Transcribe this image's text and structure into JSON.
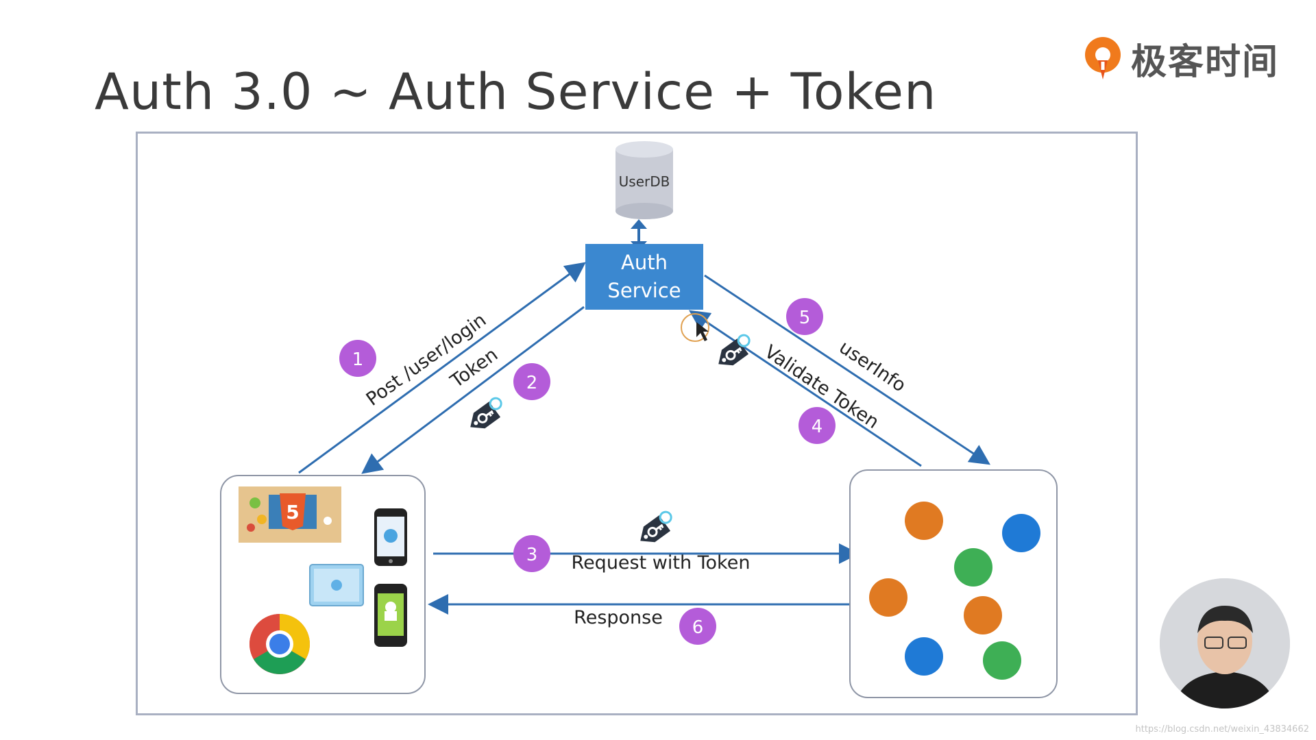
{
  "slide": {
    "title": "Auth 3.0 ~ Auth Service + Token",
    "logo_text": "极客时间",
    "watermark": "https://blog.csdn.net/weixin_43834662"
  },
  "diagram": {
    "userdb_label": "UserDB",
    "auth_service_line1": "Auth",
    "auth_service_line2": "Service",
    "steps": {
      "s1": {
        "number": "1",
        "label": "Post /user/login"
      },
      "s2": {
        "number": "2",
        "label": "Token"
      },
      "s3": {
        "number": "3",
        "label": "Request with Token"
      },
      "s4": {
        "number": "4",
        "label": "Validate Token"
      },
      "s5": {
        "number": "5",
        "label": "userInfo"
      },
      "s6": {
        "number": "6",
        "label": "Response"
      }
    },
    "html5_badge": "5",
    "icons": {
      "client_icons": [
        "html5-icon",
        "iphone-icon",
        "ipad-icon",
        "android-phone-icon",
        "chrome-icon"
      ],
      "token_icon": "key-tag-icon",
      "service_nodes": [
        "orange",
        "blue",
        "green",
        "orange",
        "orange",
        "blue",
        "green"
      ]
    },
    "colors": {
      "arrow": "#2e6db0",
      "auth_box": "#3b88d0",
      "badge": "#b45cd9",
      "node_orange": "#e07a22",
      "node_blue": "#1f7ad6",
      "node_green": "#3eaf55",
      "frame": "#a9b0c2"
    }
  }
}
